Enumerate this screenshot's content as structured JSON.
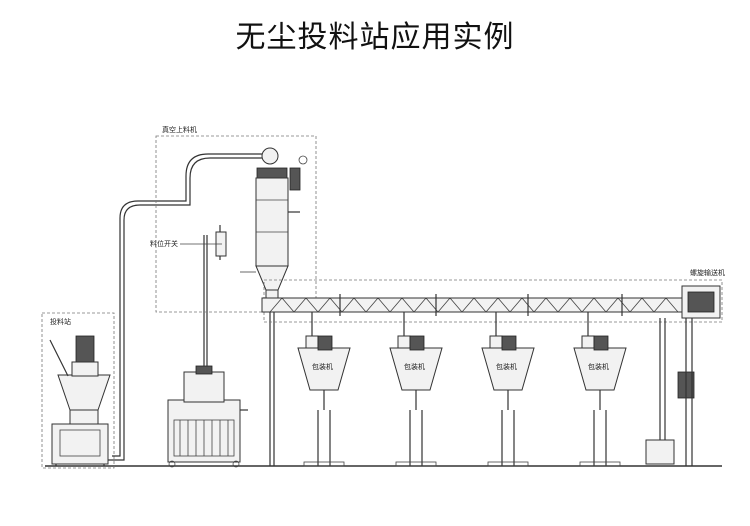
{
  "title": "无尘投料站应用实例",
  "labels": {
    "vacuum_loader": "真空上料机",
    "level_switch": "料位开关",
    "feeding_station": "投料站",
    "screw_conveyor": "螺旋输送机",
    "packing_machine": "包装机"
  }
}
